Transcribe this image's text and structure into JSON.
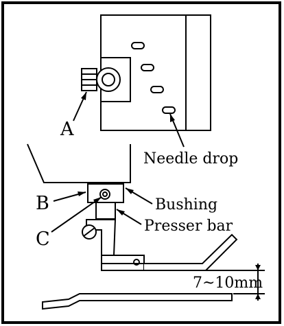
{
  "labels": {
    "a": "A",
    "b": "B",
    "c": "C",
    "needle_drop": "Needle drop",
    "bushing": "Bushing",
    "presser_bar": "Presser bar",
    "dimension": "7~10mm"
  }
}
